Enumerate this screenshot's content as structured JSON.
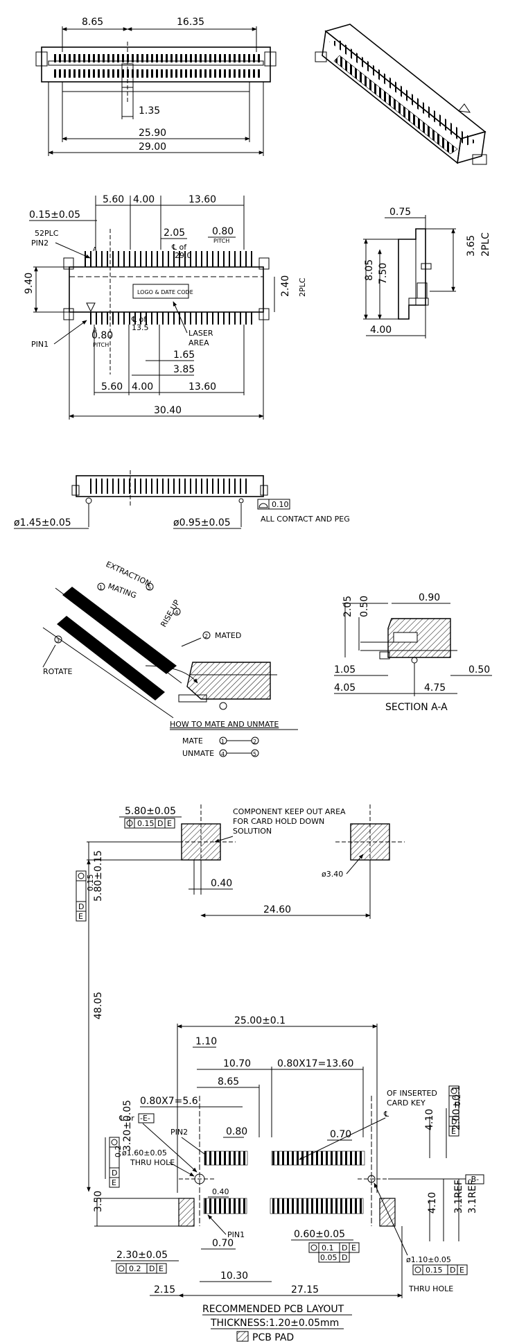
{
  "top_view": {
    "dims": {
      "d865": "8.65",
      "d1635": "16.35",
      "d135": "1.35",
      "d2590": "25.90",
      "d2900": "29.00"
    }
  },
  "front_view": {
    "d560": "5.60",
    "d400": "4.00",
    "d1360": "13.60",
    "d015": "0.15±0.05",
    "plc52": "52PLC",
    "pin2": "PIN2",
    "pin1": "PIN1",
    "a_top": "A",
    "a_bot": "A",
    "d205": "2.05",
    "cl_top": "℄ of",
    "cl_top_val": "29.0",
    "d080_top": "0.80",
    "pitch_top": "PITCH",
    "d940": "9.40",
    "d240": "2.40",
    "plc2": "2PLC",
    "logo": "LOGO & DATE CODE",
    "d080_bot": "0.80",
    "pitch_bot": "PITCH",
    "cl_bot": "℄ of",
    "cl_bot_val": "13.5",
    "laser1": "LASER",
    "laser2": "AREA",
    "d165": "1.65",
    "d385": "3.85",
    "d560b": "5.60",
    "d400b": "4.00",
    "d1360b": "13.60",
    "d3040": "30.40"
  },
  "side_view": {
    "d075": "0.75",
    "d365": "3.65",
    "plc2": "2PLC",
    "d805": "8.05",
    "d750": "7.50",
    "d400": "4.00"
  },
  "bottom_view": {
    "d145": "ø1.45±0.05",
    "d095": "ø0.95±0.05",
    "flat": "0.10",
    "note": "ALL CONTACT AND PEG"
  },
  "mating": {
    "extraction": "EXTRACTION",
    "n5": "5",
    "mating": "MATING",
    "n1": "1",
    "rise_up": "RISE UP",
    "n4": "4",
    "n2": "2",
    "mated": "MATED",
    "n3": "3",
    "rotate": "ROTATE",
    "title": "HOW TO MATE AND UNMATE",
    "mate": "MATE",
    "unmate": "UNMATE",
    "m1": "1",
    "m2": "2",
    "u4": "4",
    "u5": "5"
  },
  "section": {
    "d205": "2.05",
    "d050a": "0.50",
    "d090": "0.90",
    "d105": "1.05",
    "d050b": "0.50",
    "d405": "4.05",
    "d475": "4.75",
    "title": "SECTION  A-A"
  },
  "pcb": {
    "d580h": "5.80±0.05",
    "tol_h": "0.15",
    "ref_d": "D",
    "ref_e": "E",
    "keepout1": "COMPONENT KEEP OUT AREA",
    "keepout2": "FOR CARD HOLD DOWN",
    "keepout3": "SOLUTION",
    "d580v": "5.80±0.15",
    "tol_v": "0.15",
    "d340": "ø3.40",
    "d040": "0.40",
    "d2460": "24.60",
    "d4805": "48.05",
    "d2500": "25.00±0.1",
    "d110": "1.10",
    "d1070": "10.70",
    "pitch17": "0.80X17=13.60",
    "d865": "8.65",
    "pitch7": "0.80X7=5.6",
    "cl_e1": "℄ or",
    "cl_e2": "-E-",
    "pin2": "PIN2",
    "d080": "0.80",
    "d070_top": "0.70",
    "key1": "OF INSERTED",
    "key2": "CARD KEY",
    "key_cl": "℄",
    "d410_top": "4.10",
    "d200": "2.00±0.1",
    "tol_02": "0.2",
    "d320": "3.20±0.05",
    "d160": "ø1.60±0.05",
    "thru1": "THRU HOLE",
    "ref_b": "-B-",
    "d040b": "0.40",
    "d350": "3.50",
    "pin1": "PIN1",
    "d070": "0.70",
    "d060": "0.60±0.05",
    "tol_01": "0.1",
    "tol_005": "0.05",
    "d410_bot": "4.10",
    "d31ref_a": "3.1REF",
    "d31ref_b": "3.1REF",
    "d230": "2.30±0.05",
    "d110h": "ø1.10±0.05",
    "tol_015": "0.15",
    "d1030": "10.30",
    "d215": "2.15",
    "d2715": "27.15",
    "thru2": "THRU HOLE",
    "title": "RECOMMENDED PCB LAYOUT",
    "thickness": "THICKNESS:1.20±0.05mm",
    "legend": "PCB PAD"
  }
}
